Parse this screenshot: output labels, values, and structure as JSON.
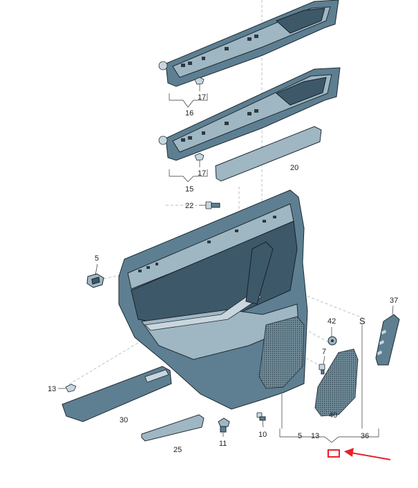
{
  "callouts": {
    "c5": "5",
    "c7": "7",
    "c10": "10",
    "c11": "11",
    "c13a": "13",
    "c13b": "13",
    "c15": "15",
    "c16": "16",
    "c17a": "17",
    "c17b": "17",
    "c20": "20",
    "c22": "22",
    "c25": "25",
    "c30": "30",
    "c36": "36",
    "c37": "37",
    "c40": "40",
    "c42": "42",
    "c5b": "5",
    "s": "S"
  },
  "colors": {
    "part_fill": "#5d7f91",
    "highlight_box": "#e8202a",
    "arrow": "#e8202a"
  }
}
